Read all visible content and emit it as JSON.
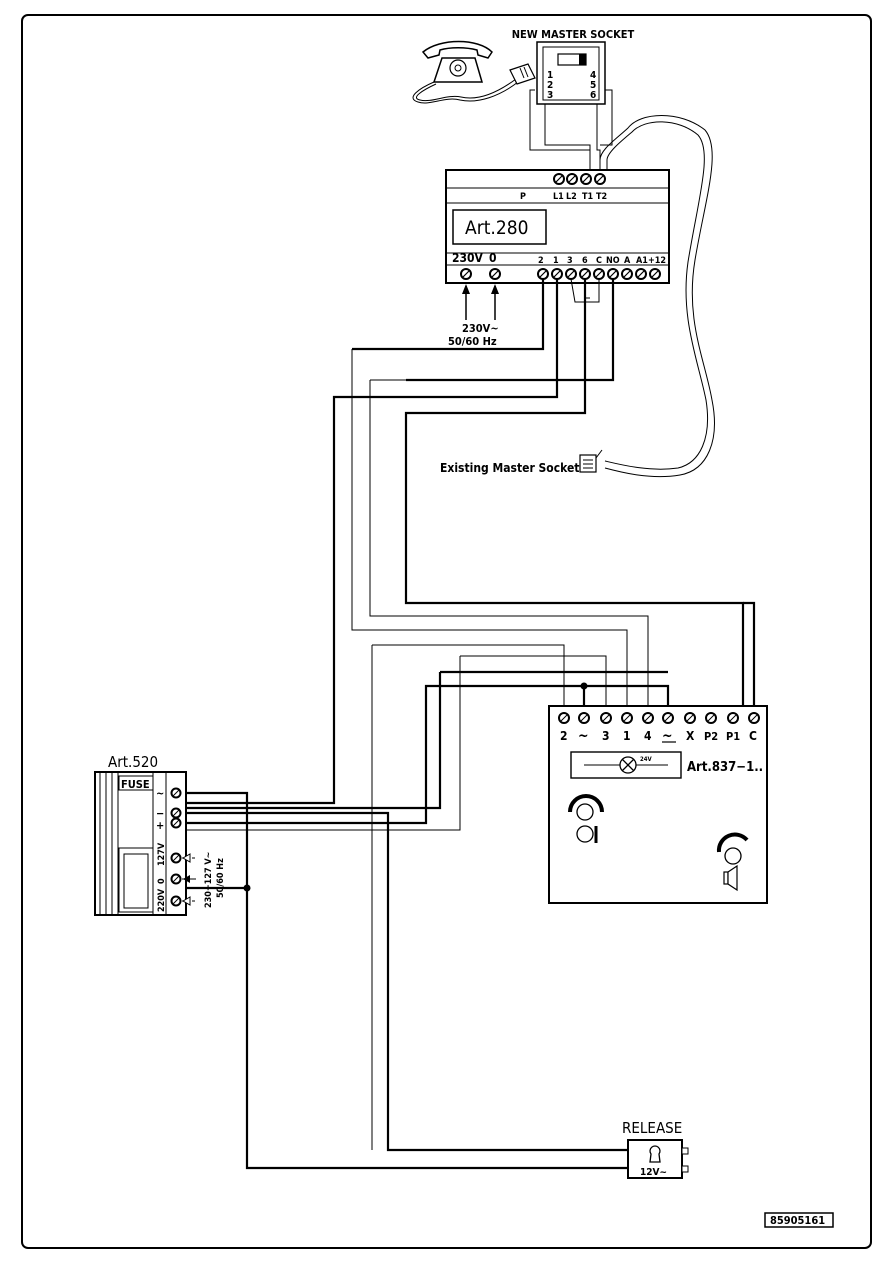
{
  "new_master_socket": {
    "title": "NEW MASTER SOCKET",
    "pins_left": [
      "1",
      "2",
      "3"
    ],
    "pins_right": [
      "4",
      "5",
      "6"
    ]
  },
  "art280": {
    "name": "Art.280",
    "top_labels": [
      "P",
      "L1",
      "L2",
      "T1",
      "T2"
    ],
    "bottom_left_labels": [
      "230V",
      "0"
    ],
    "bottom_right_labels": [
      "2",
      "1",
      "3",
      "6",
      "C",
      "NO",
      "A",
      "A1",
      "+12"
    ],
    "power_line1": "230V~",
    "power_line2": "50/60 Hz"
  },
  "existing_socket_label": "Existing Master Socket",
  "art520": {
    "name": "Art.520",
    "fuse": "FUSE",
    "terminal_symbols": [
      "~",
      "−",
      "+"
    ],
    "voltage_labels": [
      "127V",
      "0",
      "220V"
    ],
    "supply_line1": "230−127 V~",
    "supply_line2": "50/60 Hz"
  },
  "art837": {
    "name": "Art.837−1..",
    "terminals": [
      "2",
      "~",
      "3",
      "1",
      "4",
      "~",
      "X",
      "P2",
      "P1",
      "C"
    ],
    "lamp_label": "24V"
  },
  "release": {
    "title": "RELEASE",
    "voltage": "12V~"
  },
  "drawing_code": "85905161"
}
